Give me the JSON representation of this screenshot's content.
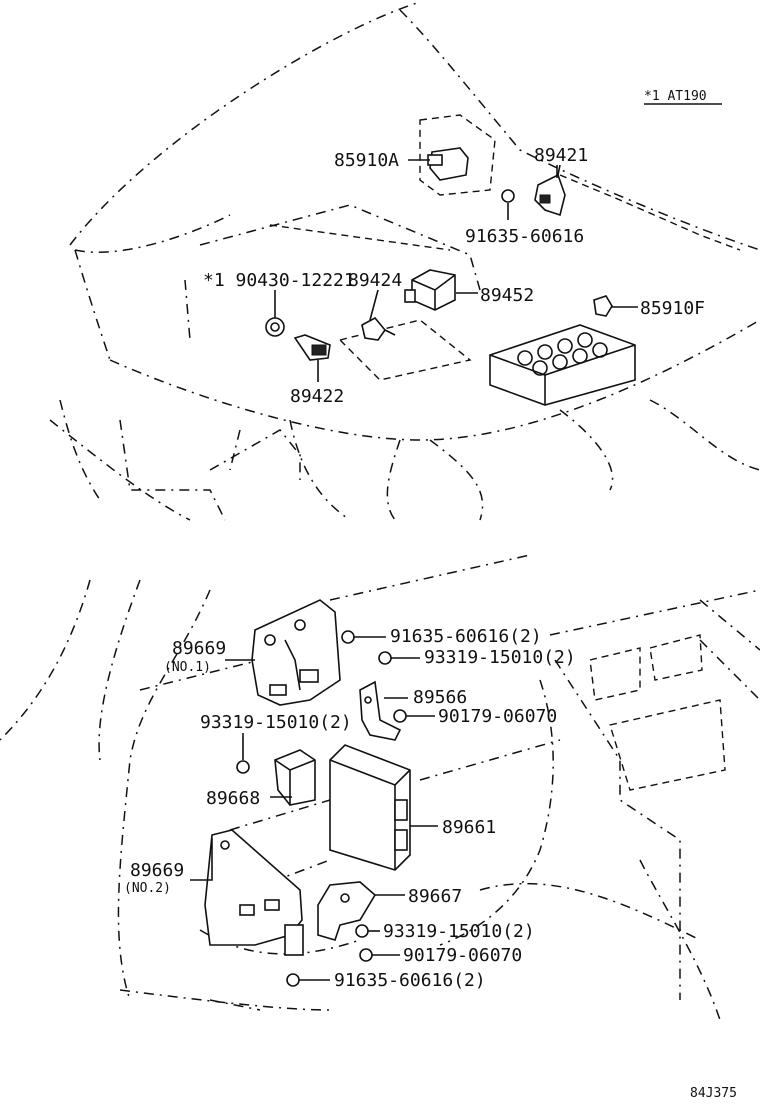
{
  "header_note": "*1 AT190",
  "footer_code": "84J375",
  "callouts": {
    "p85910A": "85910A",
    "p89421": "89421",
    "p91635_top": "91635-60616",
    "p90430": "*1 90430-12221",
    "p89424": "89424",
    "p89452": "89452",
    "p85910F": "85910F",
    "p89422": "89422",
    "p89669_1": "89669",
    "p89669_1_sub": "(NO.1)",
    "p91635_2a": "91635-60616(2)",
    "p93319_a": "93319-15010(2)",
    "p89566": "89566",
    "p90179_a": "90179-06070",
    "p93319_b": "93319-15010(2)",
    "p89668": "89668",
    "p89661": "89661",
    "p89669_2": "89669",
    "p89669_2_sub": "(NO.2)",
    "p89667": "89667",
    "p93319_c": "93319-15010(2)",
    "p90179_b": "90179-06070",
    "p91635_2b": "91635-60616(2)"
  }
}
